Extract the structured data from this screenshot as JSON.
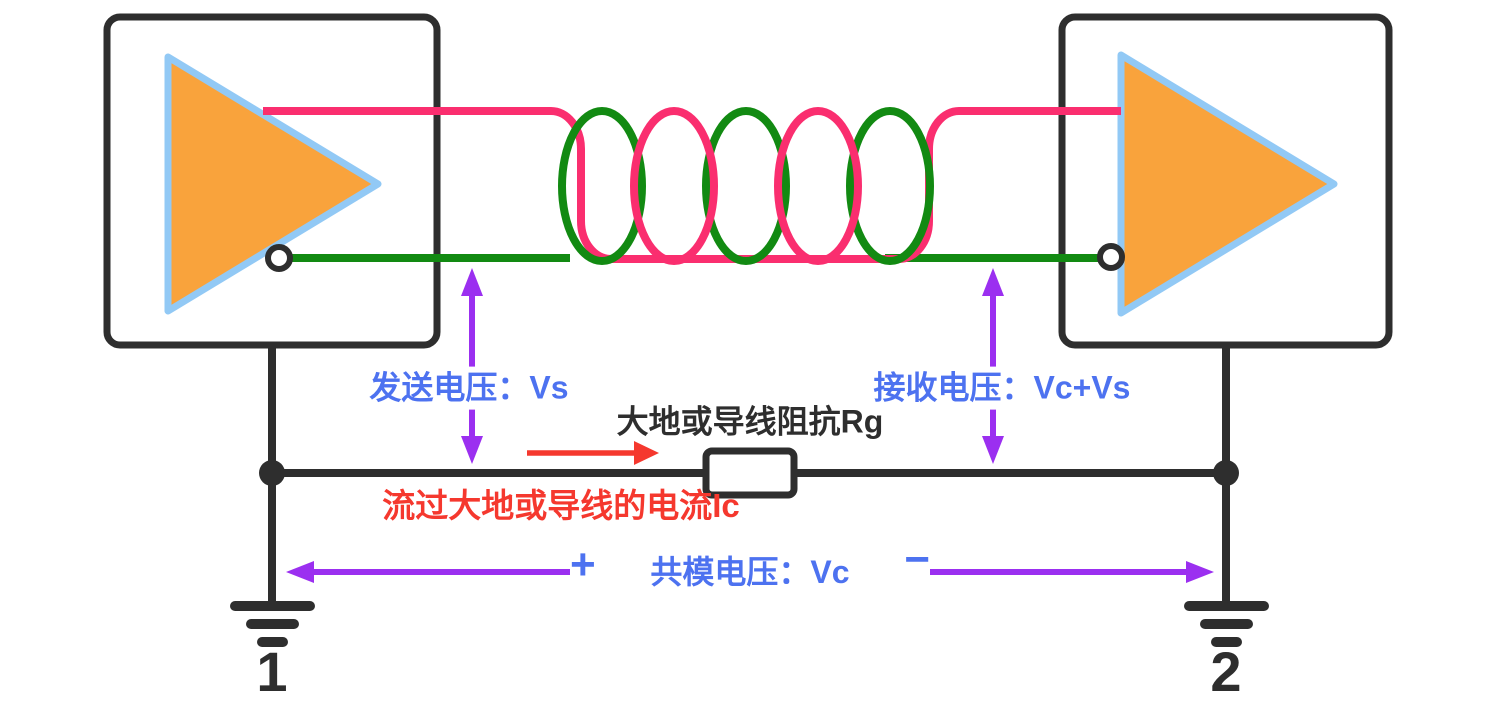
{
  "diagram": {
    "labels": {
      "send_voltage": "发送电压：Vs",
      "receive_voltage": "接收电压：Vc+Vs",
      "impedance": "大地或导线阻抗Rg",
      "ground_current": "流过大地或导线的电流Ic",
      "common_mode": "共模电压：Vc",
      "plus": "+",
      "minus": "−",
      "ground_left": "1",
      "ground_right": "2"
    },
    "colors": {
      "wire-pink": "#fa2e6f",
      "wire-green": "#128a12",
      "triangle-fill": "#f9a33c",
      "triangle-stroke": "#92c9f5",
      "purple": "#9b2ff0",
      "blue-text": "#4d72f0",
      "red": "#f5382e",
      "dark": "#2e2e2e"
    }
  }
}
